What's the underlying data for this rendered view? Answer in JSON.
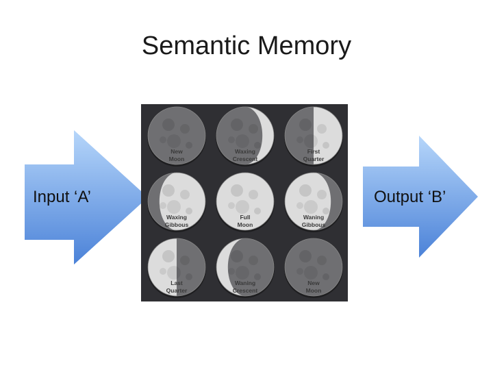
{
  "title": "Semantic Memory",
  "input_arrow": {
    "label": "Input ‘A’"
  },
  "output_arrow": {
    "label": "Output ‘B’"
  },
  "colors": {
    "arrow_light": "#a9cdf6",
    "arrow_dark": "#4b82d8",
    "grid_background": "#2f2f33",
    "moon_lit": "#dcdcdc",
    "moon_dark": "#6f6f72"
  },
  "moon_phases": [
    {
      "label_line1": "New",
      "label_line2": "Moon"
    },
    {
      "label_line1": "Waxing",
      "label_line2": "Crescent"
    },
    {
      "label_line1": "First",
      "label_line2": "Quarter"
    },
    {
      "label_line1": "Waxing",
      "label_line2": "Gibbous"
    },
    {
      "label_line1": "Full",
      "label_line2": "Moon"
    },
    {
      "label_line1": "Waning",
      "label_line2": "Gibbous"
    },
    {
      "label_line1": "Last",
      "label_line2": "Quarter"
    },
    {
      "label_line1": "Waning",
      "label_line2": "Crescent"
    },
    {
      "label_line1": "New",
      "label_line2": "Moon"
    }
  ]
}
